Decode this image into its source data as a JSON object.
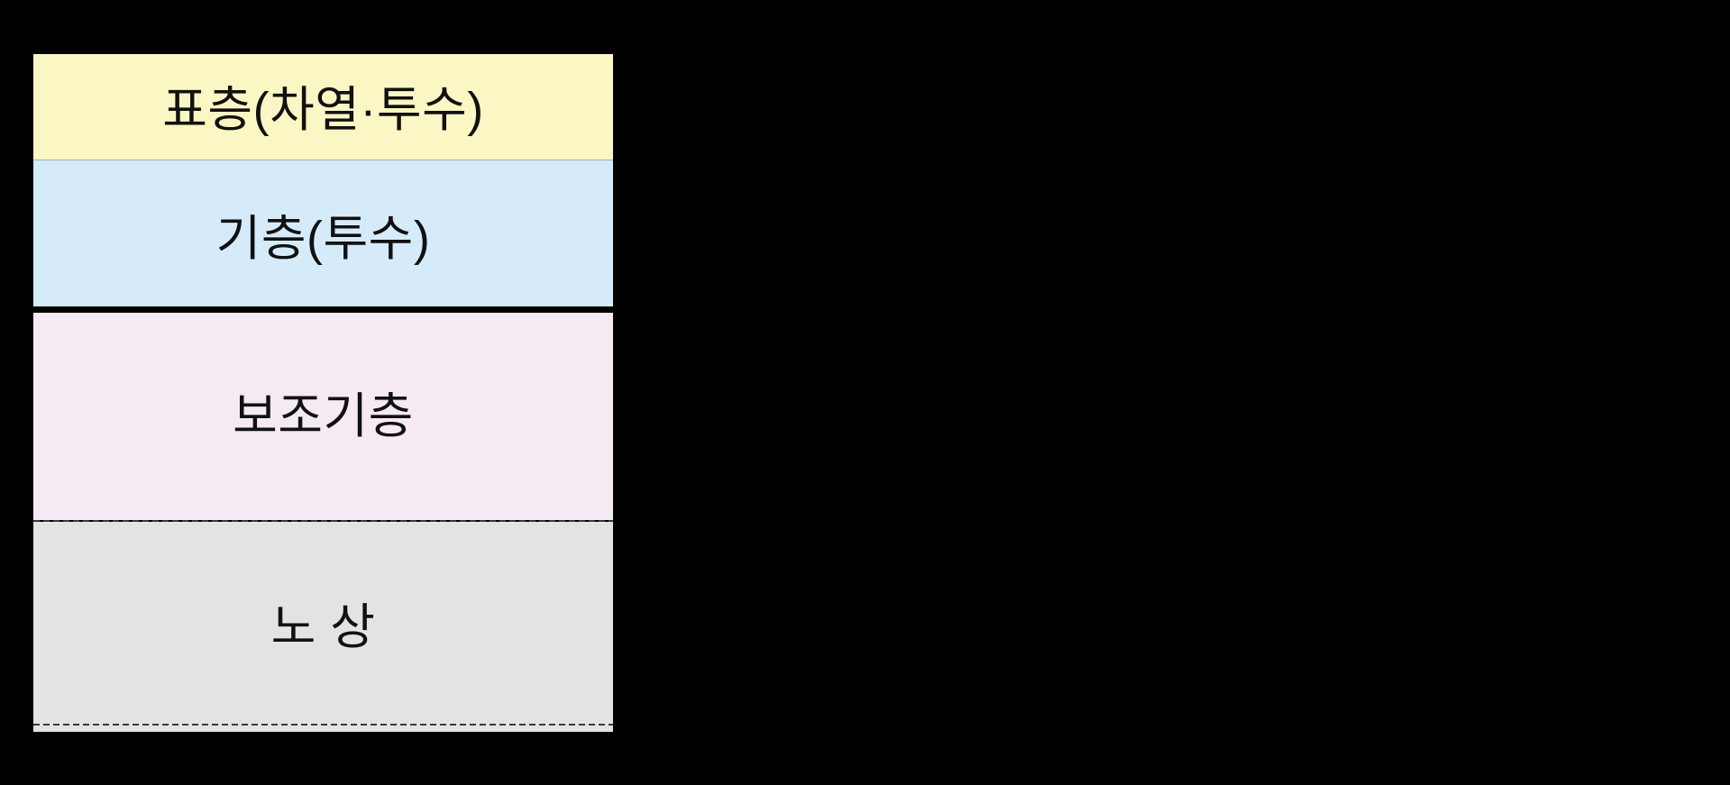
{
  "page": {
    "background": "#000000"
  },
  "diagram": {
    "kind": "pavement-cross-section",
    "layers": [
      {
        "id": "surface-course",
        "label": "표층(차열·투수)",
        "fill": "#FAF7C4"
      },
      {
        "id": "base-course",
        "label": "기층(투수)",
        "fill": "#D6EBFA"
      },
      {
        "id": "subbase-course",
        "label": "보조기층",
        "fill": "#F5E9F3"
      },
      {
        "id": "subgrade",
        "label": "노 상",
        "fill": "#E3E3E3"
      }
    ],
    "divider_solid_color": "#000000",
    "divider_dashed_color": "#3A3A3A",
    "label_color": "#111111"
  }
}
